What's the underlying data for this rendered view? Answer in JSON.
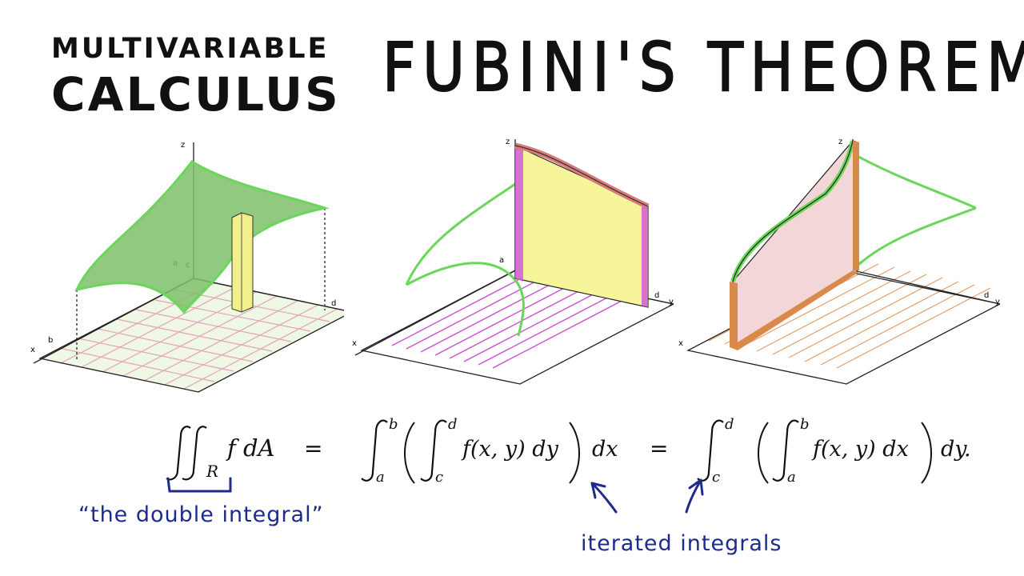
{
  "header": {
    "course_line1": "MULTIVARIABLE",
    "course_line2": "CALCULUS",
    "title": "FUBINI'S THEOREM"
  },
  "axes": {
    "x": "x",
    "y": "y",
    "z": "z",
    "a": "a",
    "b": "b",
    "c": "c",
    "d": "d"
  },
  "formula": {
    "lhs_region": "R",
    "lhs_body": "f dA",
    "eq": "=",
    "mid_outer_upper": "b",
    "mid_outer_lower": "a",
    "mid_inner_upper": "d",
    "mid_inner_lower": "c",
    "mid_body": "f(x, y) dy",
    "mid_outer_diff": "dx",
    "right_outer_upper": "d",
    "right_outer_lower": "c",
    "right_inner_upper": "b",
    "right_inner_lower": "a",
    "right_body": "f(x, y) dx",
    "right_outer_diff": "dy."
  },
  "annotations": {
    "double_integral": "“the double integral”",
    "iterated": "iterated integrals"
  },
  "colors": {
    "surface_green": "#7fbf6a",
    "surface_outline": "#6ad65a",
    "prism_yellow": "#f2f08a",
    "slice_yellow": "#f7f59a",
    "slice_magenta": "#d45ad8",
    "slice_pink": "#f3d6d8",
    "slice_orange": "#d9894a",
    "handwriting_blue": "#1c2b8c"
  }
}
